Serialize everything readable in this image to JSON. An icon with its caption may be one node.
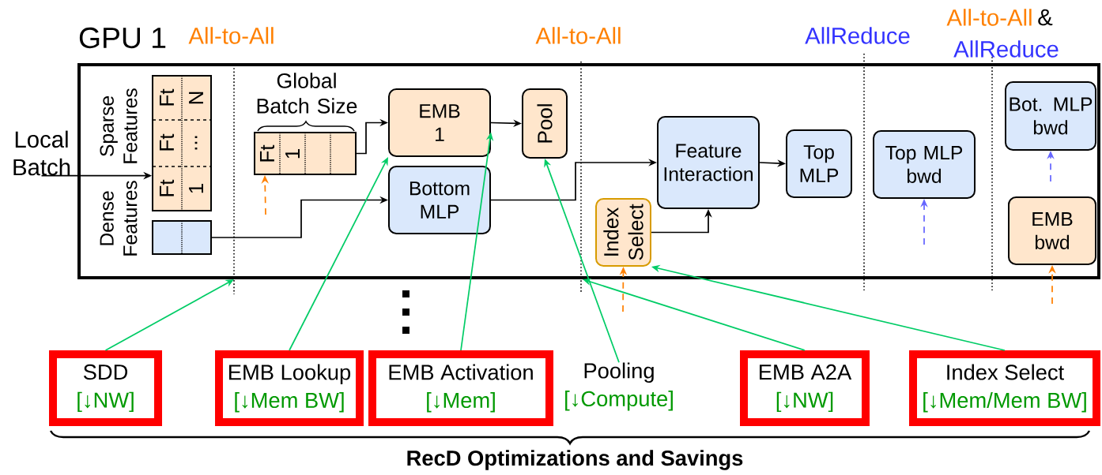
{
  "diagram": {
    "nodes": [
      {
        "text": [
          "GPU 1"
        ]
      },
      {
        "text": [
          "Ft",
          "N",
          "Ft",
          "...",
          "Ft",
          "1"
        ],
        "beside": [
          "Sparse Features"
        ],
        "in": 0
      },
      {
        "text": [
          "Local Batch"
        ]
      },
      {
        "text": [],
        "shape": "box",
        "beside": [
          "Dense Features"
        ],
        "in": 0
      },
      {
        "text": [
          "Ft",
          "1"
        ],
        "beside": [
          "Global Batch Size"
        ],
        "in": 0
      },
      {
        "text": [
          "EMB 1"
        ],
        "in": 0
      },
      {
        "text": [
          "Bottom MLP"
        ],
        "in": 0
      },
      {
        "text": [
          "Pool"
        ],
        "in": 0
      },
      {
        "text": [
          "Feature Interaction"
        ],
        "in": 0
      },
      {
        "text": [
          "Top MLP"
        ],
        "in": 0
      },
      {
        "text": [
          "Index Select"
        ],
        "in": 0
      },
      {
        "text": [
          "Top MLP bwd"
        ],
        "in": 0
      },
      {
        "text": [
          "Bot. MLP bwd"
        ],
        "in": 0
      },
      {
        "text": [
          "EMB bwd"
        ],
        "in": 0
      },
      {
        "text": [
          "SDD",
          "[↓NW]"
        ]
      },
      {
        "text": [
          "EMB Lookup",
          "[↓Mem BW]"
        ]
      },
      {
        "text": [
          "EMB Activation",
          "[↓Mem]"
        ]
      },
      {
        "text": [
          "Pooling",
          "[↓Compute]"
        ]
      },
      {
        "text": [
          "EMB A2A",
          "[↓NW]"
        ]
      },
      {
        "text": [
          "Index Select",
          "[↓Mem/Mem BW]"
        ]
      }
    ],
    "edges": [
      {
        "from": 2,
        "to": 1,
        "arrow": "to"
      },
      {
        "from": 4,
        "to": 5,
        "arrow": "to"
      },
      {
        "from": 3,
        "to": 6,
        "arrow": "to"
      },
      {
        "from": 5,
        "to": 7,
        "arrow": "to"
      },
      {
        "from": 6,
        "to": 8,
        "arrow": "to"
      },
      {
        "from": 10,
        "to": 8,
        "arrow": "to"
      },
      {
        "from": 8,
        "to": 9,
        "arrow": "to"
      },
      {
        "from": 14,
        "to": 0,
        "arrow": "to",
        "color": "#00cc66"
      },
      {
        "from": 15,
        "to": 5,
        "arrow": "to",
        "color": "#00cc66"
      },
      {
        "from": 16,
        "to": 5,
        "arrow": "to",
        "color": "#00cc66"
      },
      {
        "from": 17,
        "to": 7,
        "arrow": "to",
        "color": "#00cc66"
      },
      {
        "from": 18,
        "to": 0,
        "arrow": "to",
        "color": "#00cc66"
      },
      {
        "from": 19,
        "to": 10,
        "arrow": "to",
        "color": "#00cc66"
      },
      {
        "from": null,
        "to": 4,
        "arrow": "to",
        "style": "dashed",
        "color": "#ff8000"
      },
      {
        "from": null,
        "to": 10,
        "arrow": "to",
        "style": "dashed",
        "color": "#ff8000"
      },
      {
        "from": null,
        "to": 13,
        "arrow": "to",
        "style": "dashed",
        "color": "#ff8000"
      },
      {
        "from": null,
        "to": 11,
        "arrow": "to",
        "style": "dashed",
        "color": "#6666ff"
      },
      {
        "from": null,
        "to": 12,
        "arrow": "to",
        "style": "dashed",
        "color": "#6666ff"
      }
    ],
    "labels": [
      "All-to-All",
      "All-to-All",
      "AllReduce",
      "All-to-All",
      "&",
      "AllReduce",
      "RecD Optimizations and Savings"
    ]
  }
}
